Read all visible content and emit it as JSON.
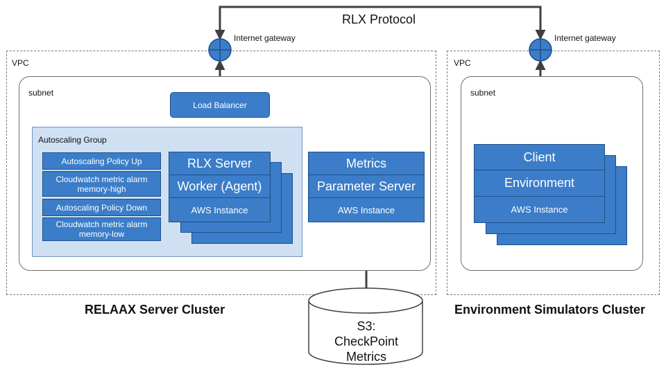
{
  "protocol": {
    "label": "RLX Protocol"
  },
  "gateways": {
    "left_label": "Internet gateway",
    "right_label": "Internet gateway"
  },
  "server_cluster": {
    "title": "RELAAX Server Cluster",
    "vpc_label": "VPC",
    "subnet_label": "subnet",
    "load_balancer": "Load Balancer",
    "autoscaling_group": {
      "label": "Autoscaling Group",
      "policies": [
        {
          "line1": "Autoscaling Policy Up",
          "line2": ""
        },
        {
          "line1": "Cloudwatch metric alarm",
          "line2": "memory-high"
        },
        {
          "line1": "Autoscaling Policy Down",
          "line2": ""
        },
        {
          "line1": "Cloudwatch metric alarm",
          "line2": "memory-low"
        }
      ]
    },
    "rlx_server": {
      "row1": "RLX Server",
      "row2": "Worker (Agent)",
      "row3": "AWS Instance"
    },
    "metrics": {
      "row1": "Metrics",
      "row2": "Parameter Server",
      "row3": "AWS Instance"
    }
  },
  "storage": {
    "line1": "S3:",
    "line2": "CheckPoint",
    "line3": "Metrics"
  },
  "simulator_cluster": {
    "title": "Environment Simulators Cluster",
    "vpc_label": "VPC",
    "subnet_label": "subnet",
    "client": {
      "row1": "Client",
      "row2": "Environment",
      "row3": "AWS Instance"
    }
  },
  "colors": {
    "box_fill": "#3b7dc8",
    "box_border": "#1d4f8a",
    "asg_fill": "#cfe0f3",
    "arrow": "#404040"
  }
}
